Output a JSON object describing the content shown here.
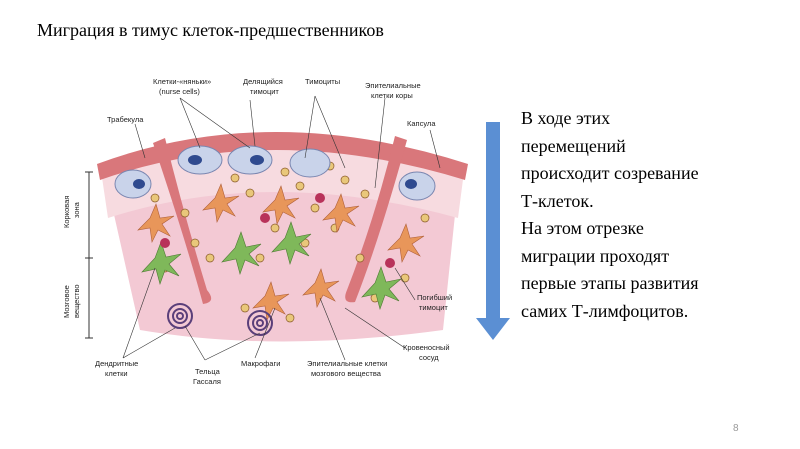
{
  "slide": {
    "title": "Миграция в тимус клеток-предшественников",
    "text_lines": [
      "В ходе этих",
      "перемещений",
      "происходит созревание",
      "Т-клеток.",
      "На этом отрезке",
      "миграции проходят",
      "первые этапы развития",
      "самих Т-лимфоцитов."
    ],
    "page_number": "8"
  },
  "figure": {
    "labels": {
      "nurse_cells_1": "Клетки-«няньки»",
      "nurse_cells_2": "(nurse cells)",
      "dividing_1": "Делящийся",
      "dividing_2": "тимоцит",
      "thymocytes": "Тимоциты",
      "epithelial_cortex_1": "Эпителиальные",
      "epithelial_cortex_2": "клетки коры",
      "trabecula": "Трабекула",
      "capsule": "Капсула",
      "cortex_1": "Корковая",
      "cortex_2": "зона",
      "medulla_1": "Мозговое",
      "medulla_2": "вещество",
      "dead_1": "Погибший",
      "dead_2": "тимоцит",
      "vessel_1": "Кровеносный",
      "vessel_2": "сосуд",
      "dendritic_1": "Дендритные",
      "dendritic_2": "клетки",
      "hassall_1": "Тельца",
      "hassall_2": "Гассаля",
      "macrophages": "Макрофаги",
      "epithelial_medulla_1": "Эпителиальные клетки",
      "epithelial_medulla_2": "мозгового вещества"
    }
  },
  "colors": {
    "arrow": "#5b8fd3",
    "capsule": "#d9767a",
    "cortex": "#f4d2d8",
    "medulla": "#f2c6d2"
  }
}
